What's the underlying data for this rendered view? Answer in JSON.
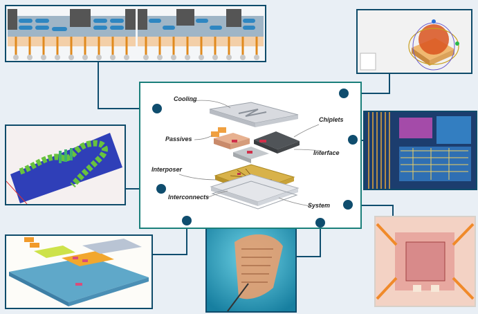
{
  "labels": {
    "cooling": "Cooling",
    "chiplets": "Chiplets",
    "passives": "Passives",
    "interface": "Interface",
    "interposer": "Interposer",
    "interconnects": "Interconnects",
    "system": "System"
  },
  "colors": {
    "frame_border": "#0e4b6a",
    "center_border": "#1a7f7a",
    "connector": "#0f4d6e",
    "background": "#e9eff5"
  }
}
